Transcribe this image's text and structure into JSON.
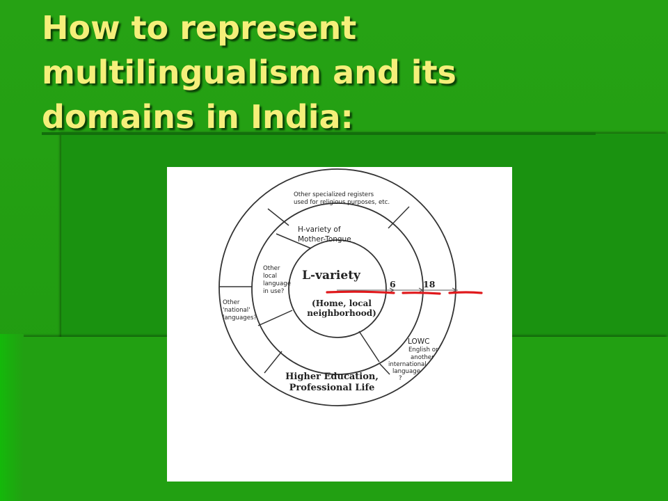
{
  "slide": {
    "title_lines": [
      "How to represent",
      "multilingualism and its",
      "domains in India:"
    ]
  },
  "diagram": {
    "center_title": "L-variety",
    "center_sub_1": "(Home, local",
    "center_sub_2": "neighborhood)",
    "mark_6": "6",
    "mark_18": "18",
    "hvariety_1": "H-variety of",
    "hvariety_2": "Mother-Tongue",
    "local_1": "Other",
    "local_2": "local",
    "local_3": "language",
    "local_4": "in use?",
    "religious_1": "Other specialized registers",
    "religious_2": "used for religious purposes, etc.",
    "national_1": "Other",
    "national_2": "'national'",
    "national_3": "languages?",
    "lowc_1": "LOWC",
    "lowc_2": "English or",
    "lowc_3": "another",
    "lowc_4": "international",
    "lowc_5": "language",
    "lowc_6": "?",
    "higher_1": "Higher Education,",
    "higher_2": "Professional Life",
    "colors": {
      "annotation_red": "#e0191c",
      "title_yellow": "#f5ef7a"
    }
  }
}
